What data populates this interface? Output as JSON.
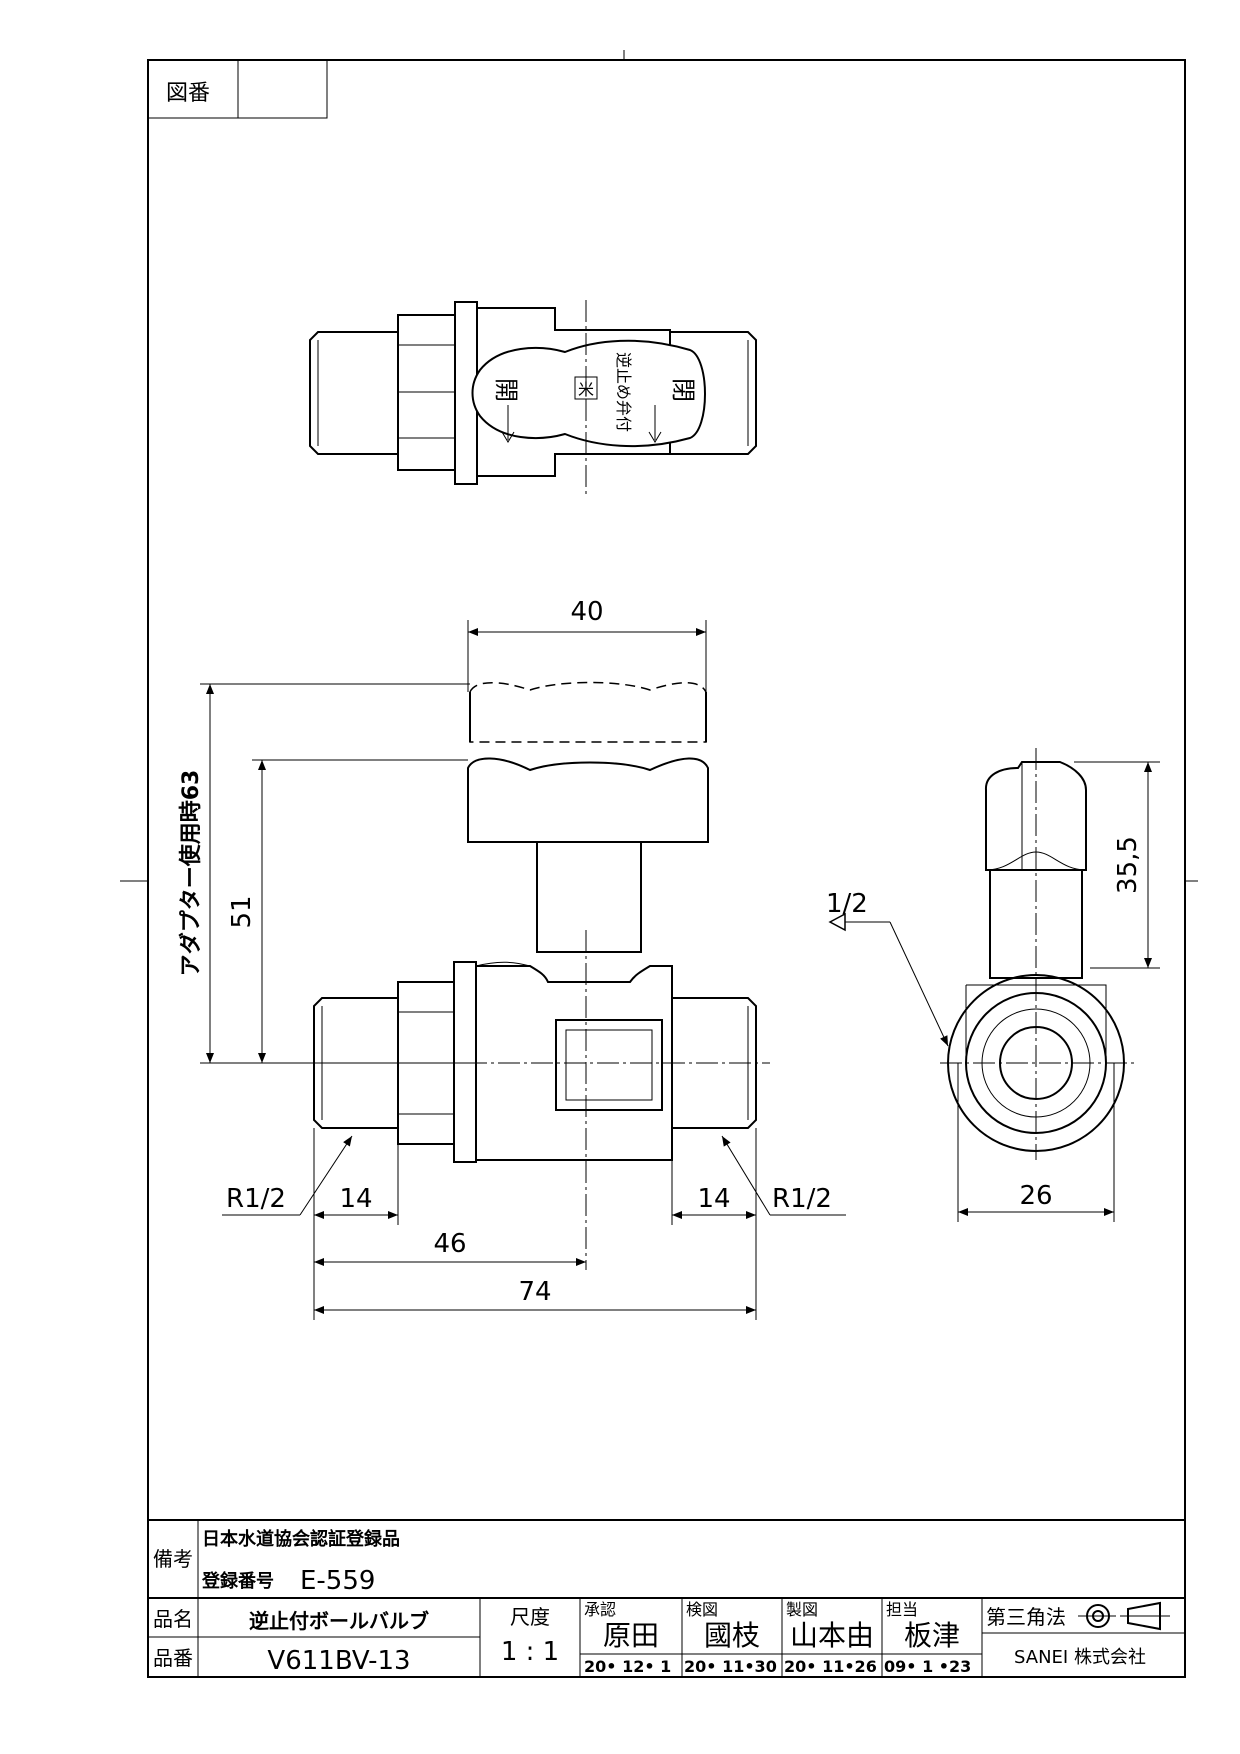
{
  "drawing_no": {
    "label": "図番",
    "value": ""
  },
  "views": {
    "top": {
      "handle_left": "開",
      "handle_right": "閉",
      "handle_badge": "米",
      "handle_caption": "逆止め弁付"
    },
    "front": {
      "dim_width_top": "40",
      "dim_height_adapter": "アダプター使用時63",
      "dim_height": "51",
      "thread_left": "R1/2",
      "thread_right": "R1/2",
      "dim_thread_left": "14",
      "dim_thread_right": "14",
      "dim_center": "46",
      "dim_overall": "74"
    },
    "side": {
      "port": "1/2",
      "dim_height": "35,5",
      "dim_width": "26"
    }
  },
  "title_block": {
    "remarks_label": "備考",
    "remarks_line1": "日本水道協会認証登録品",
    "remarks_line2_label": "登録番号",
    "remarks_line2_value": "E-559",
    "name_label": "品名",
    "name_value": "逆止付ボールバルブ",
    "part_label": "品番",
    "part_value": "V611BV-13",
    "scale_label": "尺度",
    "scale_value": "1 : 1",
    "approved_label": "承認",
    "approved_name": "原田",
    "approved_date": "20• 12•  1",
    "checked_label": "検図",
    "checked_name": "國枝",
    "checked_date": "20• 11•30",
    "drawn_label": "製図",
    "drawn_name": "山本由",
    "drawn_date": "20• 11•26",
    "charge_label": "担当",
    "charge_name": "板津",
    "charge_date": "09•  1 •23",
    "projection_label": "第三角法",
    "company": "SANEI 株式会社"
  }
}
